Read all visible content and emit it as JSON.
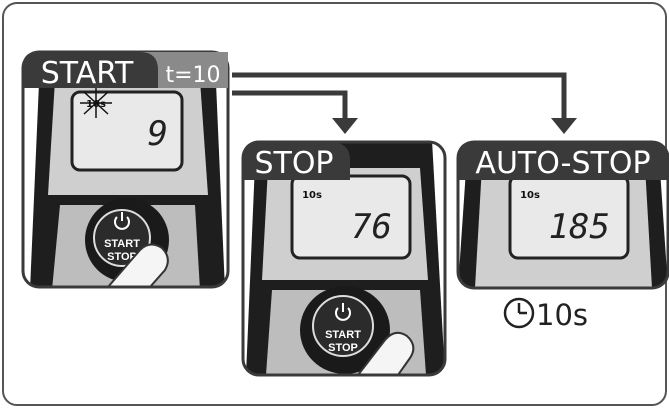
{
  "panels": {
    "start": {
      "label": "START",
      "time_badge": "t=10",
      "lcd_small": "10s",
      "lcd_value": "9",
      "button_top": "START",
      "button_bottom": "STOP"
    },
    "stop": {
      "label": "STOP",
      "lcd_small": "10s",
      "lcd_value": "76",
      "button_top": "START",
      "button_bottom": "STOP"
    },
    "autostop": {
      "label": "AUTO-STOP",
      "lcd_small": "10s",
      "lcd_value": "185",
      "duration": "10s"
    }
  },
  "colors": {
    "frame": "#555555",
    "label_bg": "#3a3a3a",
    "badge_bg": "#8a8a8a",
    "arrow": "#3a3a3a",
    "device_dark": "#1e1e1e",
    "device_light": "#cfcfcf"
  },
  "icons": [
    "power-icon",
    "clock-icon",
    "hand-icon",
    "flash-icon"
  ]
}
